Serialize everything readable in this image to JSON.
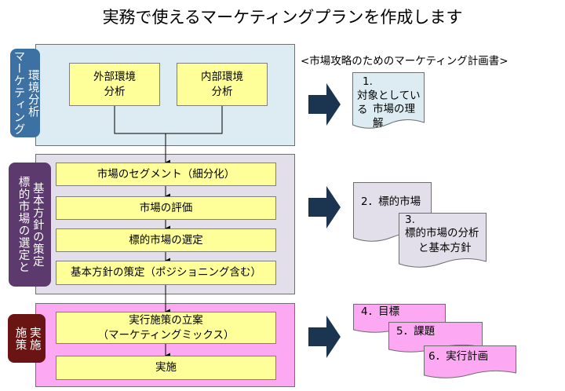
{
  "title": "実務で使えるマーケティングプランを作成します",
  "subtitle": "<市場攻略のためのマーケティング計画書>",
  "sections": {
    "analysis": {
      "tab_lines": [
        "マーケティング",
        "環境分析"
      ],
      "boxes": [
        {
          "line1": "外部環境",
          "line2": "分析"
        },
        {
          "line1": "内部環境",
          "line2": "分析"
        }
      ]
    },
    "strategy": {
      "tab_lines": [
        "標的市場の選定と",
        "基本方針の策定"
      ],
      "steps": [
        "市場のセグメント（細分化）",
        "市場の評価",
        "標的市場の選定",
        "基本方針の策定（ポジショニング含む）"
      ]
    },
    "execution": {
      "tab_lines": [
        "施策",
        "実施"
      ],
      "steps": [
        {
          "line1": "実行施策の立案",
          "line2": "（マーケティングミックス）"
        },
        {
          "line1": "実施",
          "line2": ""
        }
      ]
    }
  },
  "documents": {
    "doc1": {
      "number": "1.",
      "line1": "対象としている",
      "line2": "市場の理解"
    },
    "doc2": {
      "text": "2．標的市場"
    },
    "doc3": {
      "number": "3.",
      "line1": "標的市場の分析",
      "line2": "と基本方針"
    },
    "doc4": {
      "text": "4．目標"
    },
    "doc5": {
      "text": "5．課題"
    },
    "doc6": {
      "text": "6．実行計画"
    }
  },
  "colors": {
    "analysis_panel": "#dcecf2",
    "strategy_panel": "#e3dfea",
    "execution_panel": "#fca8f2",
    "analysis_tab": "#3d70a3",
    "strategy_tab": "#5c3a6e",
    "execution_tab": "#6b1414",
    "step_box": "#ffff99",
    "arrow": "#1b3550"
  }
}
